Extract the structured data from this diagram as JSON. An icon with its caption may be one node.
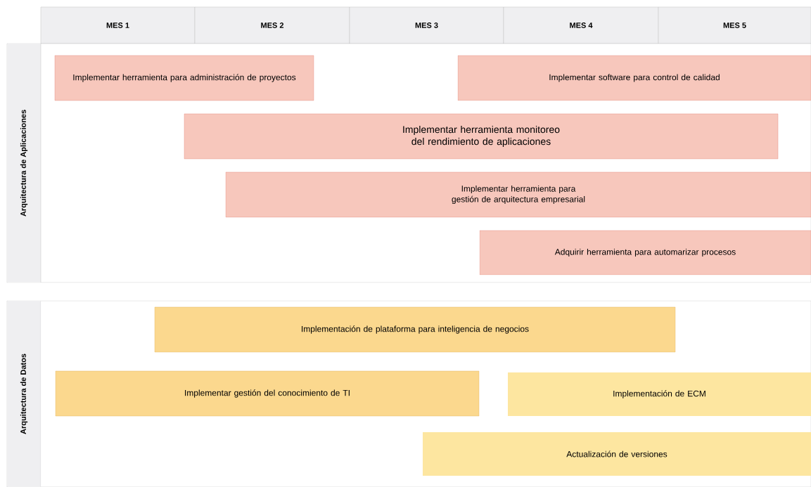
{
  "diagram": {
    "nodes": [
      {
        "text": [
          "MES 1"
        ]
      },
      {
        "text": [
          "MES 2"
        ]
      },
      {
        "text": [
          "MES 3"
        ]
      },
      {
        "text": [
          "MES 4"
        ]
      },
      {
        "text": [
          "MES 5"
        ]
      },
      {
        "text": [
          "Arquitectura de Aplicaciones"
        ]
      },
      {
        "text": [
          "Implementar herramienta para administración de proyectos"
        ],
        "in": 5
      },
      {
        "text": [
          "Implementar software para control de calidad"
        ],
        "in": 5
      },
      {
        "text": [
          "Implementar herramienta monitoreo del rendimiento de aplicaciones"
        ],
        "in": 5
      },
      {
        "text": [
          "Implementar herramienta para gestión de arquitectura empresarial"
        ],
        "in": 5
      },
      {
        "text": [
          "Adquirir herramienta para automarizar procesos"
        ],
        "in": 5
      },
      {
        "text": [
          "Arquitectura de Datos"
        ]
      },
      {
        "text": [
          "Implementación de plataforma para inteligencia de negocios"
        ],
        "in": 11
      },
      {
        "text": [
          "Implementar gestión del conocimiento de TI"
        ],
        "in": 11
      },
      {
        "text": [
          "Implementación de ECM"
        ],
        "in": 11
      },
      {
        "text": [
          "Actualización de versiones"
        ],
        "in": 11
      }
    ]
  }
}
